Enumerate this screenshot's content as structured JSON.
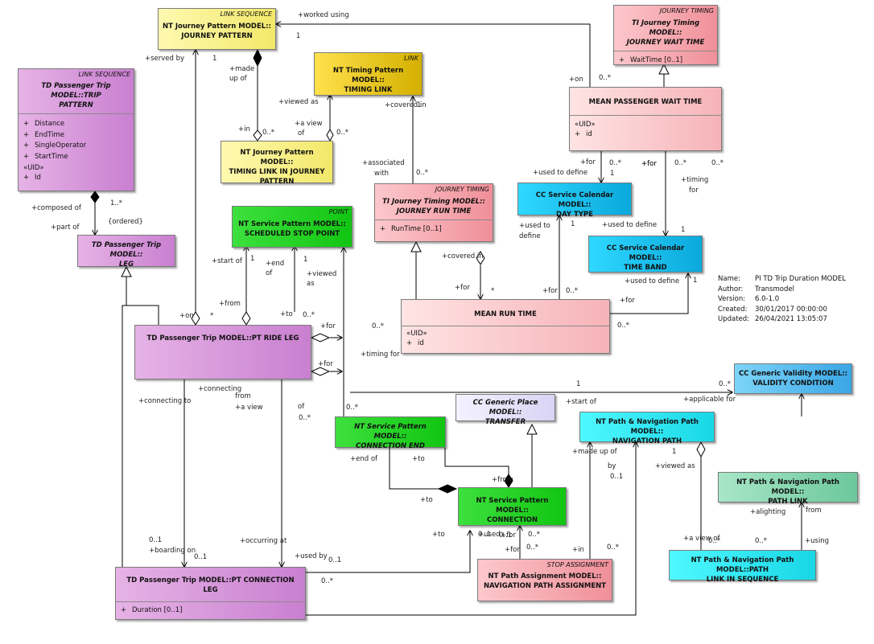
{
  "classes": {
    "journey_pattern": {
      "stereotype": "LINK SEQUENCE",
      "name1": "NT Journey Pattern MODEL::",
      "name2": "JOURNEY PATTERN"
    },
    "timing_link": {
      "stereotype": "LINK",
      "name1": "NT Timing Pattern MODEL::",
      "name2": "TIMING LINK"
    },
    "timing_link_in_jp": {
      "name1": "NT Journey Pattern MODEL::",
      "name2": "TIMING LINK IN JOURNEY",
      "name3": "PATTERN"
    },
    "trip_pattern": {
      "stereotype": "LINK SEQUENCE",
      "name1": "TD Passenger Trip MODEL::TRIP",
      "name2": "PATTERN",
      "attributes": [
        {
          "vis": "+",
          "name": "Distance"
        },
        {
          "vis": "+",
          "name": "EndTime"
        },
        {
          "vis": "+",
          "name": "SingleOperator"
        },
        {
          "vis": "+",
          "name": "StartTime"
        }
      ],
      "uid_label": "«UID»",
      "uid_attr": {
        "vis": "+",
        "name": "Id"
      }
    },
    "leg": {
      "name1": "TD Passenger Trip MODEL::",
      "name2": "LEG"
    },
    "scheduled_stop_point": {
      "stereotype": "POINT",
      "name1": "NT Service Pattern MODEL::",
      "name2": "SCHEDULED STOP POINT"
    },
    "journey_run_time": {
      "stereotype": "JOURNEY TIMING",
      "name1": "TI Journey Timing MODEL::",
      "name2": "JOURNEY RUN TIME",
      "attributes": [
        {
          "vis": "+",
          "name": "RunTime [0..1]"
        }
      ]
    },
    "journey_wait_time": {
      "stereotype": "JOURNEY TIMING",
      "name1": "TI Journey Timing MODEL::",
      "name2": "JOURNEY WAIT TIME",
      "attributes": [
        {
          "vis": "+",
          "name": "WaitTime [0..1]"
        }
      ]
    },
    "mean_passenger_wait_time": {
      "name1": "MEAN PASSENGER WAIT TIME",
      "uid_label": "«UID»",
      "uid_attr": {
        "vis": "+",
        "name": "id"
      }
    },
    "day_type": {
      "name1": "CC Service Calendar MODEL::",
      "name2": "DAY TYPE"
    },
    "time_band": {
      "name1": "CC Service Calendar MODEL::",
      "name2": "TIME BAND"
    },
    "mean_run_time": {
      "name1": "MEAN RUN TIME",
      "uid_label": "«UID»",
      "uid_attr": {
        "vis": "+",
        "name": "id"
      }
    },
    "pt_ride_leg": {
      "name1": "TD Passenger Trip MODEL::PT RIDE LEG"
    },
    "validity_condition": {
      "name1": "CC Generic Validity MODEL::",
      "name2": "VALIDITY CONDITION"
    },
    "transfer": {
      "name1": "CC Generic Place MODEL::",
      "name2": "TRANSFER"
    },
    "connection_end": {
      "name1": "NT Service Pattern MODEL::",
      "name2": "CONNECTION END"
    },
    "navigation_path": {
      "name1": "NT Path & Navigation Path MODEL::",
      "name2": "NAVIGATION PATH"
    },
    "path_link": {
      "name1": "NT Path & Navigation Path MODEL::",
      "name2": "PATH LINK"
    },
    "connection": {
      "name1": "NT Service Pattern MODEL::",
      "name2": "CONNECTION"
    },
    "navigation_path_assignment": {
      "stereotype": "STOP ASSIGNMENT",
      "name1": "NT Path Assignment MODEL::",
      "name2": "NAVIGATION PATH ASSIGNMENT"
    },
    "path_link_in_sequence": {
      "name1": "NT Path & Navigation Path MODEL::PATH",
      "name2": "LINK IN SEQUENCE"
    },
    "pt_connection_leg": {
      "name1": "TD Passenger Trip MODEL::PT CONNECTION  LEG",
      "attributes": [
        {
          "vis": "+",
          "name": "Duration [0..1]"
        }
      ]
    }
  },
  "labels": [
    "+worked using",
    "1",
    "+served by",
    "1",
    "+made",
    "up of",
    "+in",
    "0..*",
    "+viewed as",
    "1",
    "+a view",
    "of",
    "0..*",
    "+covered in",
    "1",
    "+associated",
    "with",
    "0..*",
    "+on",
    "0..*",
    "+for",
    "0..*",
    "1",
    "+for",
    "+used to define",
    "0..*",
    "+for",
    "+timing",
    "for",
    "0..*",
    "+used to define",
    "1",
    "+composed of",
    "1..*",
    "{ordered}",
    "+part of",
    "+start of",
    "1",
    "+end",
    "of",
    "1",
    "+viewed",
    "as",
    "+covered in",
    "+for",
    "*",
    "+used to",
    "define",
    "1",
    "+for",
    "0..*",
    "+for",
    "+used to define",
    "1",
    "0..*",
    "+on",
    "*",
    "+from",
    "+to",
    "0..*",
    "+for",
    "0..*",
    "+timing for",
    "+for",
    "0..*",
    "+applicable for",
    "1",
    "+connecting to",
    "+connecting",
    "from",
    "+a view",
    "of",
    "0..*",
    "0..*",
    "+start of",
    "+end of",
    "+to",
    "+from",
    "+to",
    "0..1",
    "+used",
    "by",
    "0..1",
    "+made up of",
    "+viewed as",
    "1",
    "+alighting",
    "from",
    "0..1",
    "+boarding on",
    "0..1",
    "+occurring at",
    "+used by",
    "0..1",
    "+to",
    "0..1",
    "+for",
    "0..*",
    "+for",
    "0..*",
    "+in",
    "0..*",
    "+a view of",
    "0..*",
    "0..*",
    "+using",
    "0..*"
  ],
  "meta": [
    {
      "k": "Name:",
      "v": "PI TD Trip Duration MODEL"
    },
    {
      "k": "Author:",
      "v": "Transmodel"
    },
    {
      "k": "Version:",
      "v": "6.0-1.0"
    },
    {
      "k": "Created:",
      "v": "30/01/2017 00:00:00"
    },
    {
      "k": "Updated:",
      "v": "26/04/2021 13:05:07"
    }
  ]
}
